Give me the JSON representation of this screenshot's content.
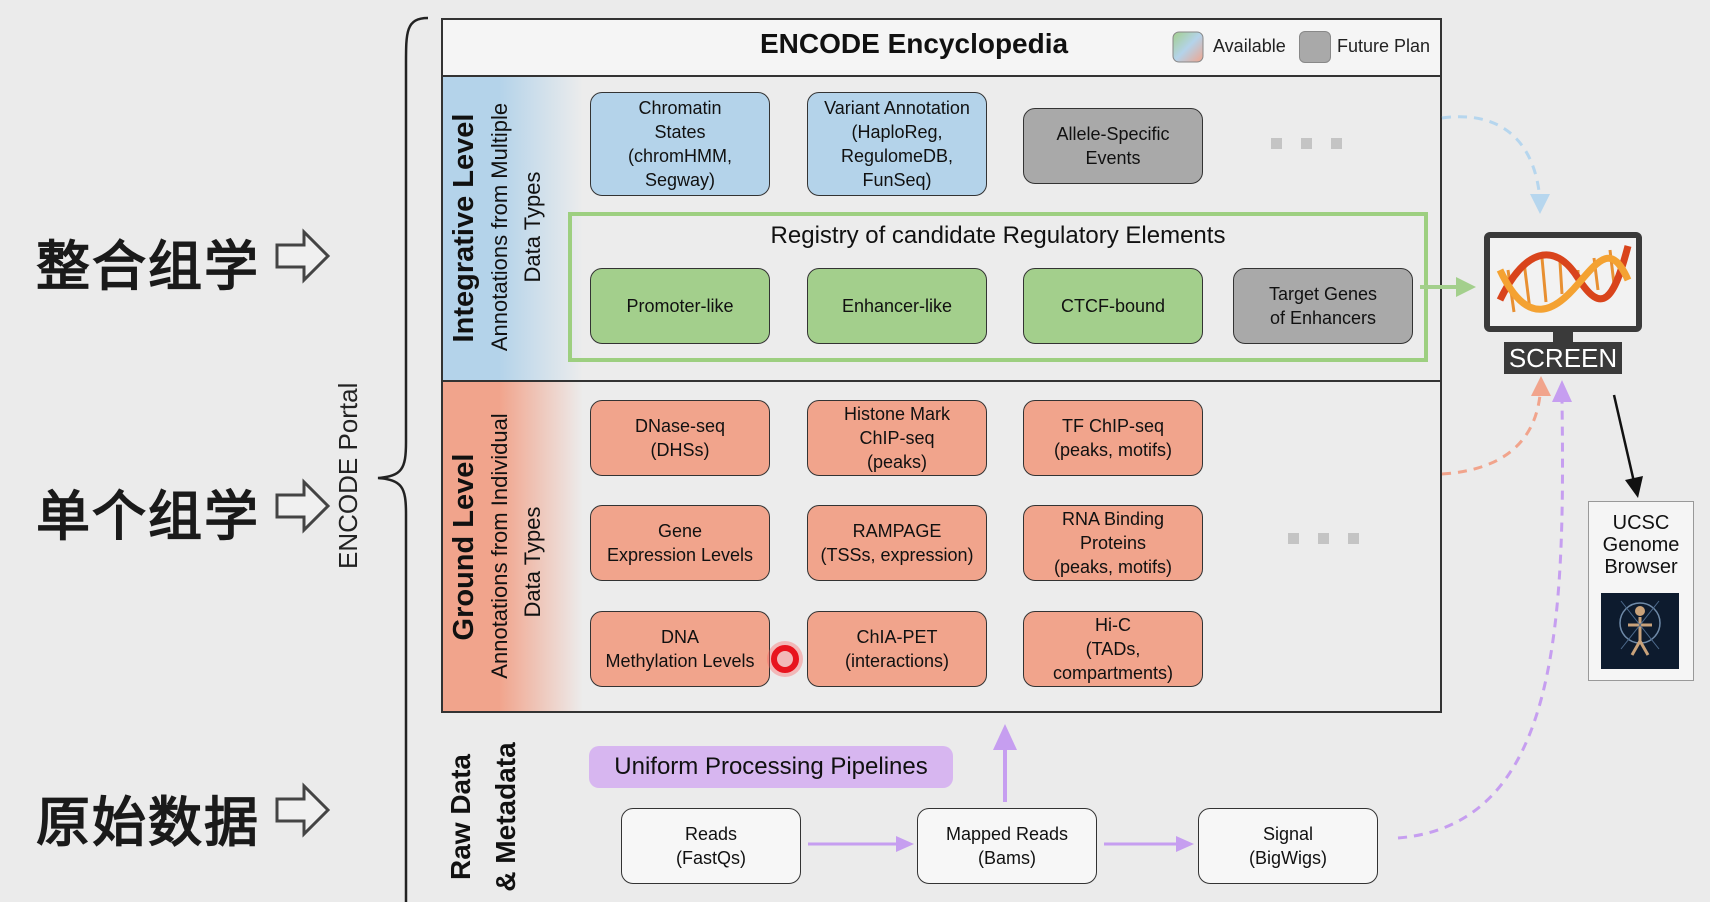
{
  "left_labels": [
    "整合组学",
    "单个组学",
    "原始数据"
  ],
  "portal_label": "ENCODE Portal",
  "header": {
    "title": "ENCODE Encyclopedia",
    "legend_available": "Available",
    "legend_future": "Future Plan"
  },
  "integrative": {
    "title": "Integrative Level",
    "subtitle_line1": "Annotations from Multiple",
    "subtitle_line2": "Data Types",
    "boxes": [
      "Chromatin\nStates\n(chromHMM,\nSegway)",
      "Variant Annotation\n(HaploReg,\nRegulomeDB,\nFunSeq)",
      "Allele-Specific\nEvents"
    ],
    "registry_title": "Registry of candidate Regulatory Elements",
    "registry_boxes": [
      "Promoter-like",
      "Enhancer-like",
      "CTCF-bound",
      "Target Genes\nof Enhancers"
    ]
  },
  "ground": {
    "title": "Ground Level",
    "subtitle_line1": "Annotations from Individual",
    "subtitle_line2": "Data Types",
    "boxes": [
      "DNase-seq\n(DHSs)",
      "Histone Mark\nChIP-seq\n(peaks)",
      "TF ChIP-seq\n(peaks, motifs)",
      "Gene\nExpression Levels",
      "RAMPAGE\n(TSSs, expression)",
      "RNA Binding\nProteins\n(peaks, motifs)",
      "DNA\nMethylation Levels",
      "ChIA-PET\n(interactions)",
      "Hi-C\n(TADs,\ncompartments)"
    ]
  },
  "raw": {
    "title_line1": "Raw Data",
    "title_line2": "& Metadata",
    "pipeline_label": "Uniform Processing Pipelines",
    "boxes": [
      "Reads\n(FastQs)",
      "Mapped Reads\n(Bams)",
      "Signal\n(BigWigs)"
    ]
  },
  "screen_label": "SCREEN",
  "ucsc_label": "UCSC\nGenome\nBrowser",
  "colors": {
    "available_blue": "#b4d3ea",
    "available_green": "#a3cf8c",
    "available_salmon": "#f1a48c",
    "future_gray": "#a9a9a9",
    "pipeline_purple": "#d7b6f0",
    "registry_border": "#9dcf80"
  }
}
